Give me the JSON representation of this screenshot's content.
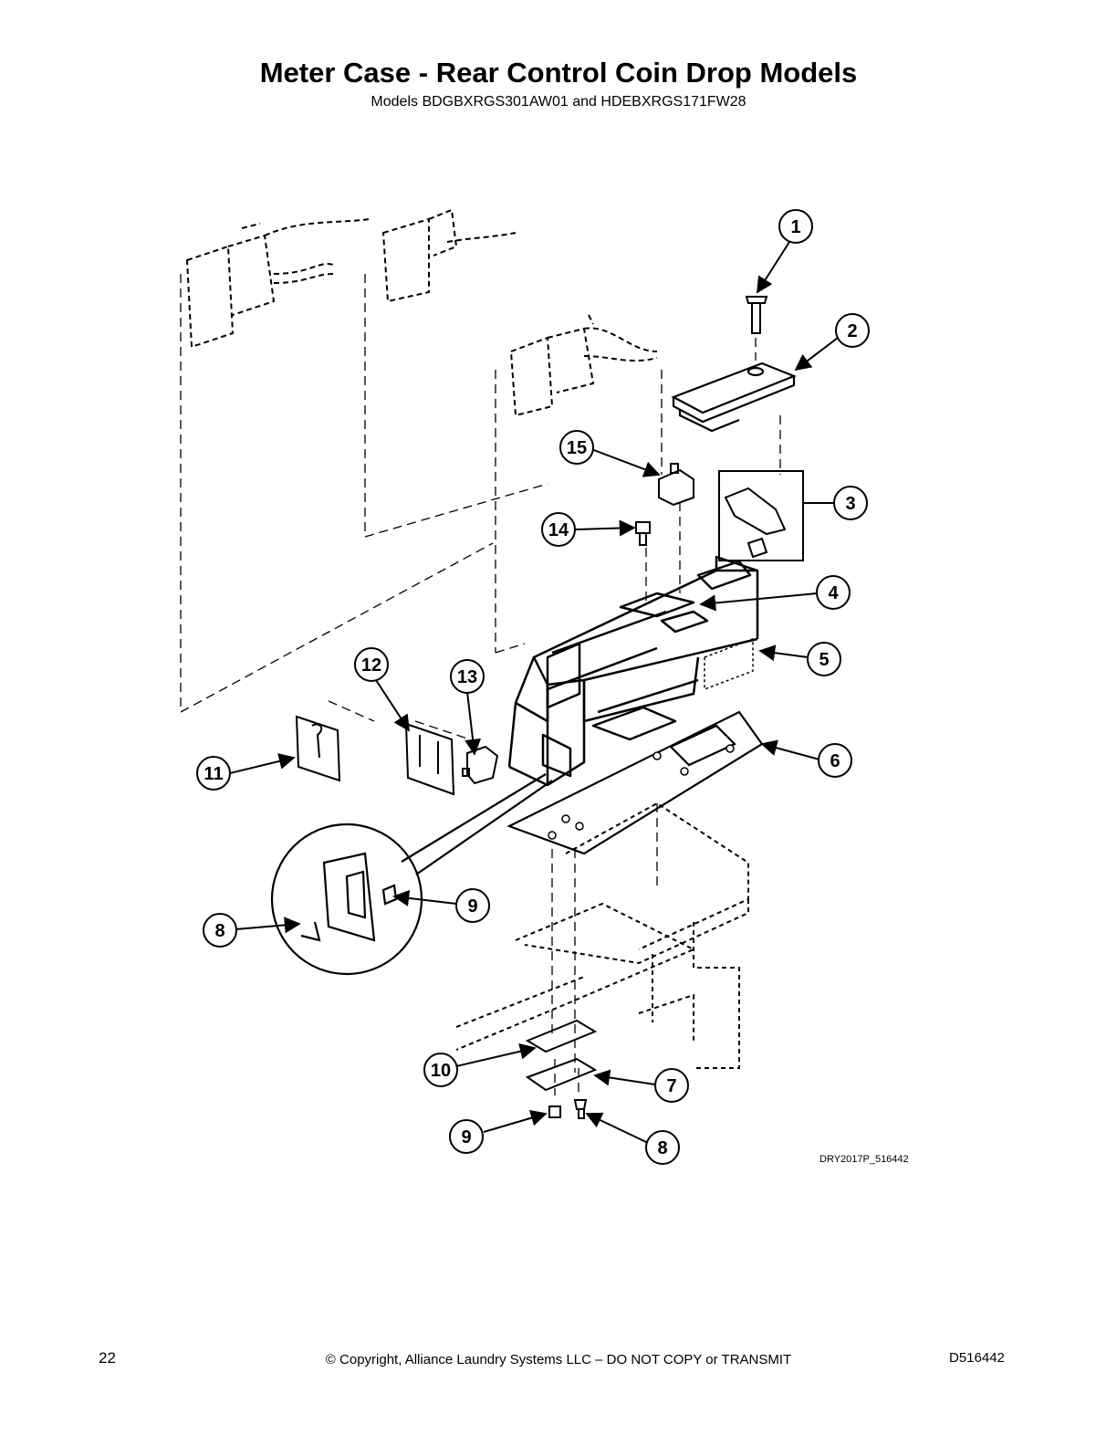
{
  "header": {
    "title": "Meter Case - Rear Control Coin Drop Models",
    "subtitle": "Models BDGBXRGS301AW01 and HDEBXRGS171FW28"
  },
  "diagram": {
    "figure_code": "DRY2017P_516442",
    "callouts": [
      "1",
      "2",
      "3",
      "4",
      "5",
      "6",
      "7",
      "8",
      "9",
      "10",
      "11",
      "12",
      "13",
      "14",
      "15",
      "8",
      "9"
    ]
  },
  "footer": {
    "page_number": "22",
    "copyright": "© Copyright, Alliance Laundry Systems LLC – DO NOT COPY or TRANSMIT",
    "document_number": "D516442"
  }
}
